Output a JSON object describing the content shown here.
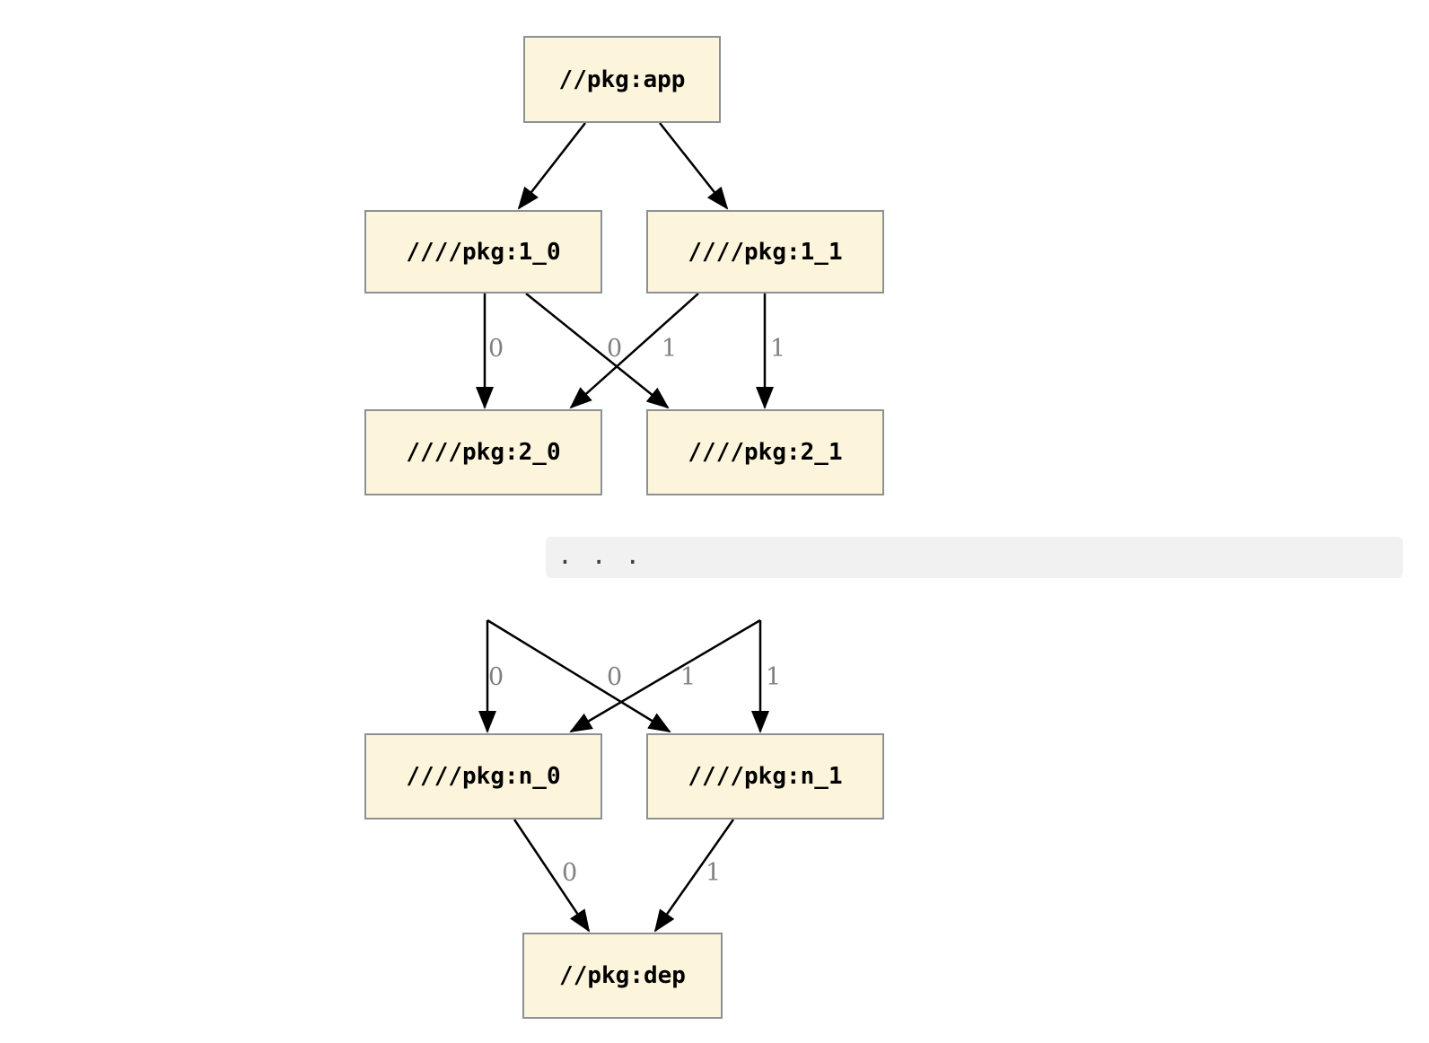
{
  "diagram": {
    "type": "dependency-graph",
    "nodes": [
      {
        "id": "app",
        "label": "//pkg:app"
      },
      {
        "id": "1_0",
        "label": "////pkg:1_0"
      },
      {
        "id": "1_1",
        "label": "////pkg:1_1"
      },
      {
        "id": "2_0",
        "label": "////pkg:2_0"
      },
      {
        "id": "2_1",
        "label": "////pkg:2_1"
      },
      {
        "id": "n_0",
        "label": "////pkg:n_0"
      },
      {
        "id": "n_1",
        "label": "////pkg:n_1"
      },
      {
        "id": "dep",
        "label": "//pkg:dep"
      }
    ],
    "edges": [
      {
        "from": "app",
        "to": "1_0",
        "label": ""
      },
      {
        "from": "app",
        "to": "1_1",
        "label": ""
      },
      {
        "from": "1_0",
        "to": "2_0",
        "label": "0"
      },
      {
        "from": "1_0",
        "to": "2_1",
        "label": "1"
      },
      {
        "from": "1_1",
        "to": "2_0",
        "label": "0"
      },
      {
        "from": "1_1",
        "to": "2_1",
        "label": "1"
      },
      {
        "from": "ellipsis",
        "to": "n_0",
        "label": "0"
      },
      {
        "from": "ellipsis",
        "to": "n_1",
        "label": "1"
      },
      {
        "from": "ellipsis",
        "to": "n_0",
        "label": "0"
      },
      {
        "from": "ellipsis",
        "to": "n_1",
        "label": "1"
      },
      {
        "from": "n_0",
        "to": "dep",
        "label": "0"
      },
      {
        "from": "n_1",
        "to": "dep",
        "label": "1"
      }
    ],
    "separator": {
      "text": ". . ."
    },
    "colors": {
      "node_fill": "#fcf5dc",
      "node_border": "#8b9194",
      "node_text": "#000000",
      "edge": "#000000",
      "edge_label": "#808080",
      "separator_bg": "#f1f1f1",
      "separator_text": "#404040",
      "background": "#ffffff"
    }
  }
}
